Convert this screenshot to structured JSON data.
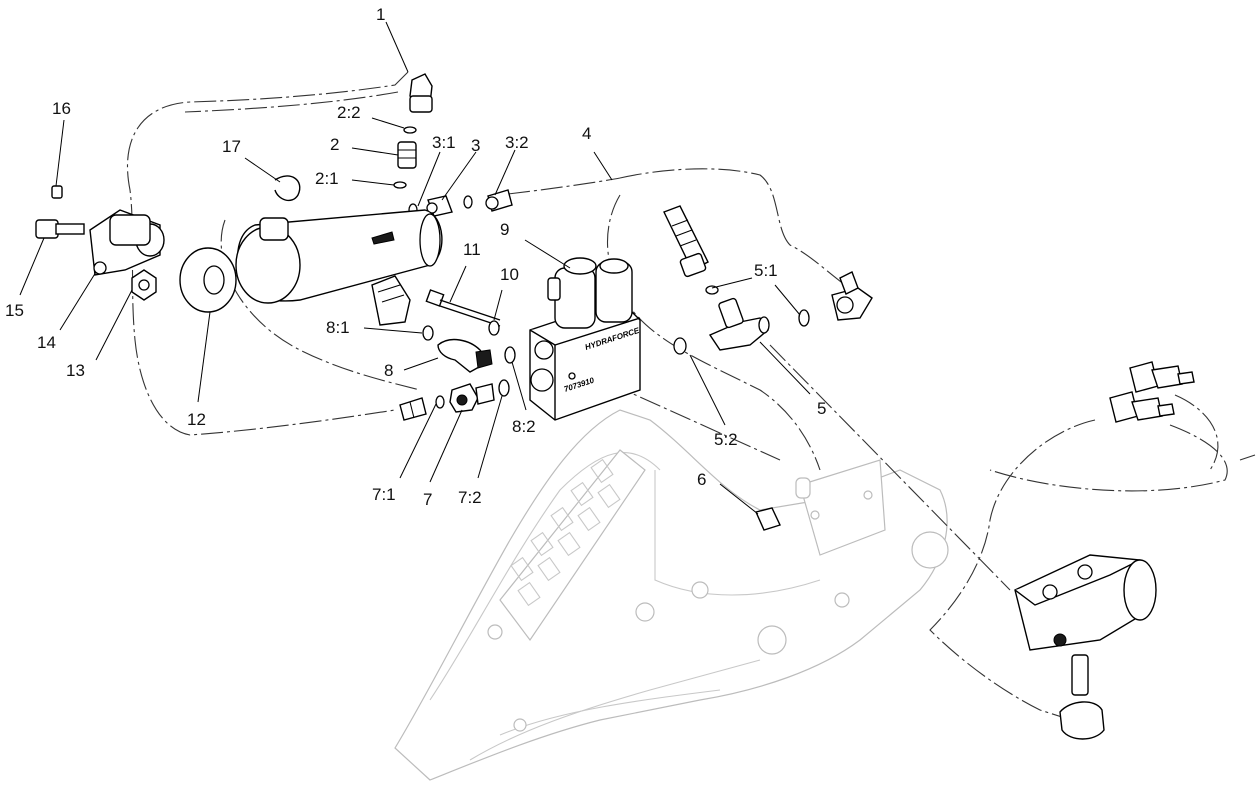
{
  "valve_block": {
    "brand_text": "HYDRAFORCE",
    "part_code": "7073910"
  },
  "callouts": [
    {
      "id": "1",
      "label": "1"
    },
    {
      "id": "2-2",
      "label": "2:2"
    },
    {
      "id": "2",
      "label": "2"
    },
    {
      "id": "2-1",
      "label": "2:1"
    },
    {
      "id": "3-1",
      "label": "3:1"
    },
    {
      "id": "3",
      "label": "3"
    },
    {
      "id": "3-2",
      "label": "3:2"
    },
    {
      "id": "4",
      "label": "4"
    },
    {
      "id": "5-1",
      "label": "5:1"
    },
    {
      "id": "5",
      "label": "5"
    },
    {
      "id": "5-2",
      "label": "5:2"
    },
    {
      "id": "6",
      "label": "6"
    },
    {
      "id": "7-1",
      "label": "7:1"
    },
    {
      "id": "7",
      "label": "7"
    },
    {
      "id": "7-2",
      "label": "7:2"
    },
    {
      "id": "8-1",
      "label": "8:1"
    },
    {
      "id": "8",
      "label": "8"
    },
    {
      "id": "8-2",
      "label": "8:2"
    },
    {
      "id": "9",
      "label": "9"
    },
    {
      "id": "10",
      "label": "10"
    },
    {
      "id": "11",
      "label": "11"
    },
    {
      "id": "12",
      "label": "12"
    },
    {
      "id": "13",
      "label": "13"
    },
    {
      "id": "14",
      "label": "14"
    },
    {
      "id": "15",
      "label": "15"
    },
    {
      "id": "16",
      "label": "16"
    },
    {
      "id": "17",
      "label": "17"
    }
  ]
}
